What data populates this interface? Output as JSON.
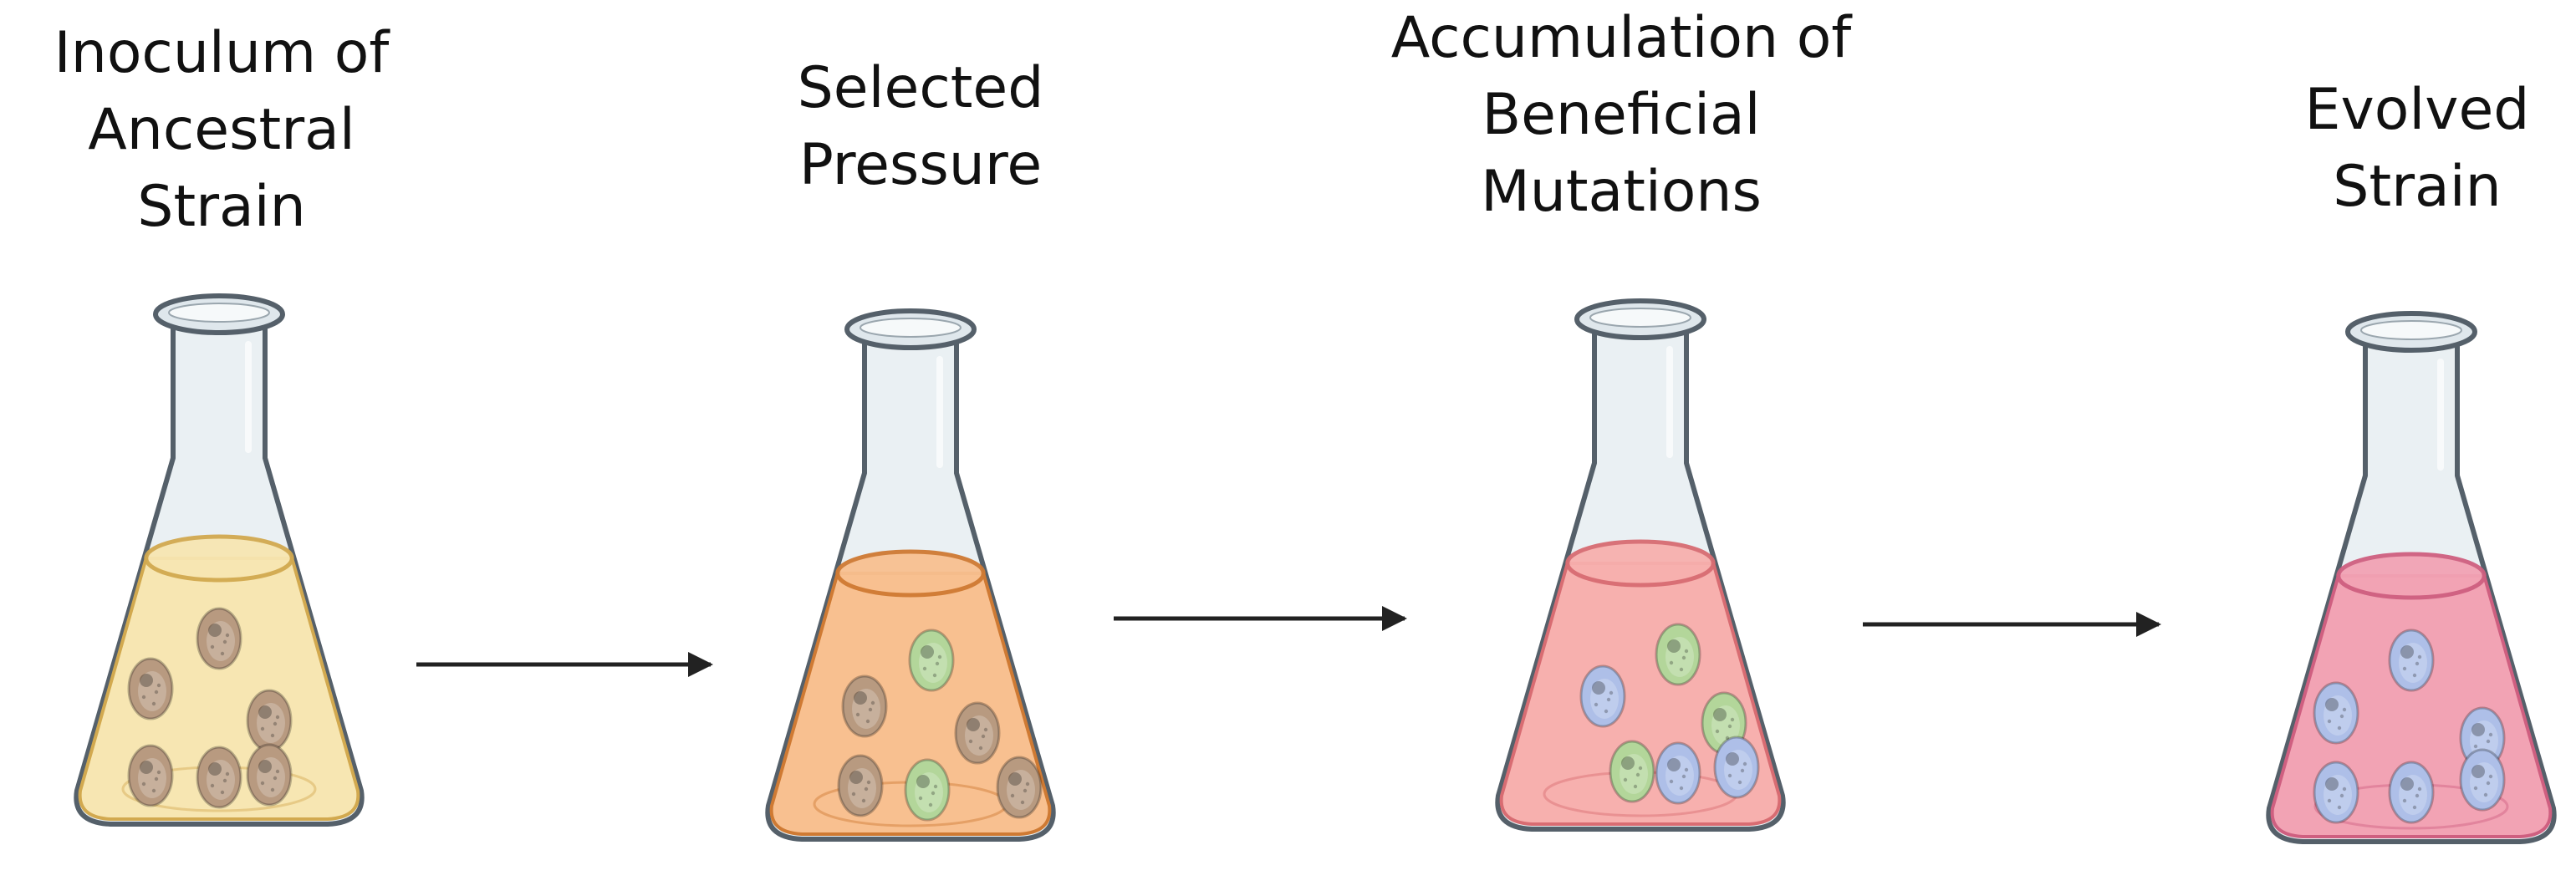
{
  "stages": [
    {
      "title_lines": [
        "Inoculum of",
        "Ancestral",
        "Strain"
      ],
      "liquid_color": "#f7e6b2",
      "liquid_edge": "#d2a94f",
      "cells": [
        "brown",
        "brown",
        "brown",
        "brown",
        "brown",
        "brown"
      ]
    },
    {
      "title_lines": [
        "Selected",
        "Pressure"
      ],
      "liquid_color": "#f8c090",
      "liquid_edge": "#cf7a33",
      "cells": [
        "green",
        "brown",
        "brown",
        "brown",
        "green",
        "brown"
      ]
    },
    {
      "title_lines": [
        "Accumulation of",
        "Beneficial",
        "Mutations"
      ],
      "liquid_color": "#f7b0ae",
      "liquid_edge": "#d86c72",
      "cells": [
        "green",
        "blue",
        "green",
        "green",
        "blue",
        "blue"
      ]
    },
    {
      "title_lines": [
        "Evolved",
        "Strain"
      ],
      "liquid_color": "#f2a3b4",
      "liquid_edge": "#cf5f80",
      "cells": [
        "blue",
        "blue",
        "blue",
        "blue",
        "blue",
        "blue"
      ]
    }
  ],
  "cell_colors": {
    "brown": "#b89a80",
    "green": "#b3d69a",
    "blue": "#aebfe8"
  },
  "colors": {
    "arrow": "#222222",
    "glass_outline": "#55606a",
    "glass_fill": "#eaf0f3"
  }
}
